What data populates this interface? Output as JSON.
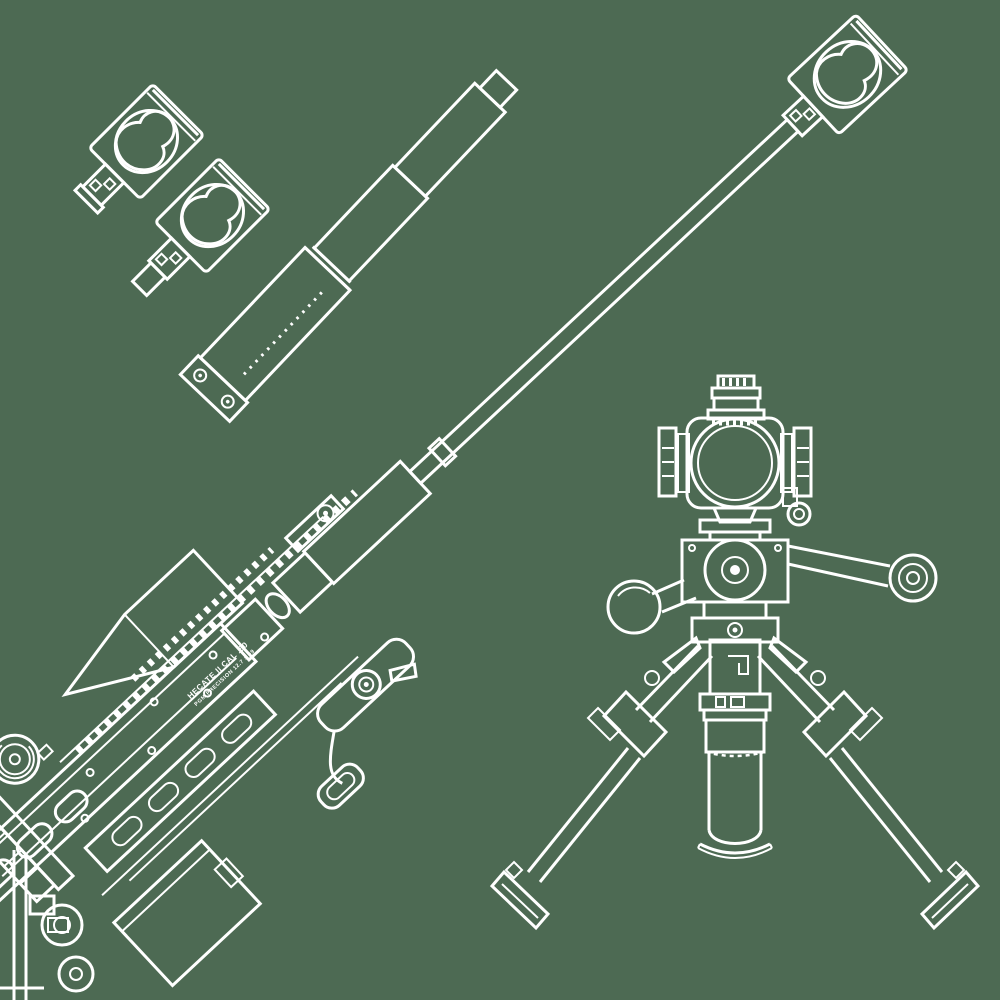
{
  "canvas": {
    "background_color": "#4d6a53",
    "line_color": "#ffffff",
    "drawing_subject": "sniper-rifle-technical-line-drawing"
  },
  "engraving": {
    "line1": "HECATE II CAL .50",
    "line2": "PGM PRECISION 12.7 x 99"
  },
  "parts": [
    {
      "id": "muzzle-brake-detail-a",
      "label": "muzzle brake detail view A"
    },
    {
      "id": "muzzle-brake-detail-b",
      "label": "muzzle brake detail view B"
    },
    {
      "id": "detached-barrel-assembly",
      "label": "suppressor and fluted barrel section"
    },
    {
      "id": "rifle-side-view",
      "label": "rifle side view with chassis, rail, barrel and muzzle brake"
    },
    {
      "id": "bolt-assembly",
      "label": "detached bolt handle assembly"
    },
    {
      "id": "rifle-front-view",
      "label": "front view with scope, bipod and monopod"
    }
  ]
}
